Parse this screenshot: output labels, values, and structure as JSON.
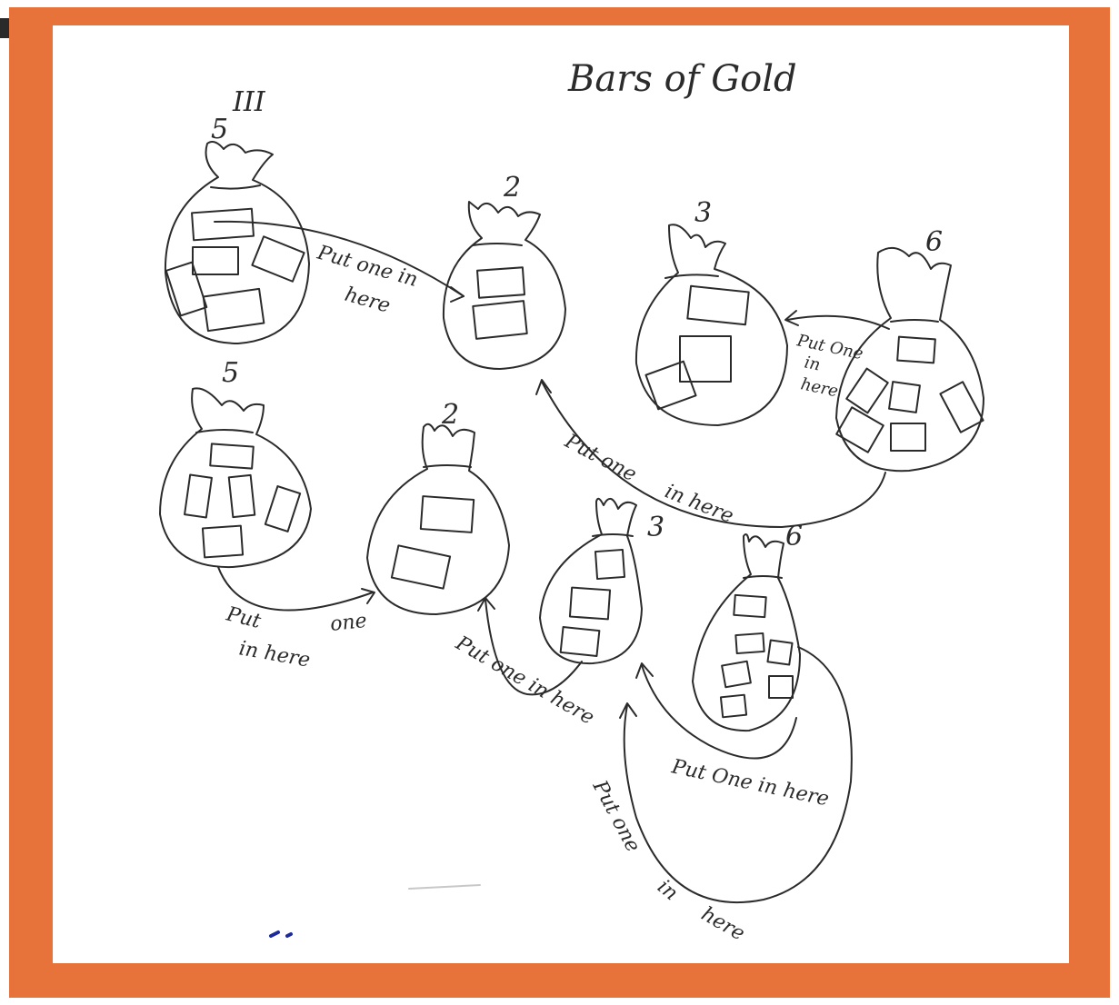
{
  "title": "Bars of Gold",
  "colors": {
    "border": "#e8733a",
    "ink": "#2b2b2b",
    "paper": "#ffffff",
    "blue_mark": "#1c2a9c"
  },
  "bags": [
    {
      "count_label": "5",
      "tally": "III",
      "bars": 5
    },
    {
      "count_label": "2",
      "bars": 2
    },
    {
      "count_label": "3",
      "bars": 3
    },
    {
      "count_label": "6",
      "bars": 6
    },
    {
      "count_label": "5",
      "bars": 5
    },
    {
      "count_label": "2",
      "bars": 2
    },
    {
      "count_label": "3",
      "bars": 3
    },
    {
      "count_label": "6",
      "bars": 6
    }
  ],
  "annotations": [
    {
      "lines": [
        "Put one in",
        "here"
      ]
    },
    {
      "lines": [
        "Put One",
        "in",
        "here"
      ]
    },
    {
      "lines": [
        "Put one",
        "in here"
      ]
    },
    {
      "lines": [
        "Put",
        "one",
        "in here"
      ]
    },
    {
      "lines": [
        "Put one in here"
      ]
    },
    {
      "lines": [
        "Put One in here"
      ]
    },
    {
      "lines": [
        "Put one",
        "in",
        "here"
      ]
    }
  ]
}
